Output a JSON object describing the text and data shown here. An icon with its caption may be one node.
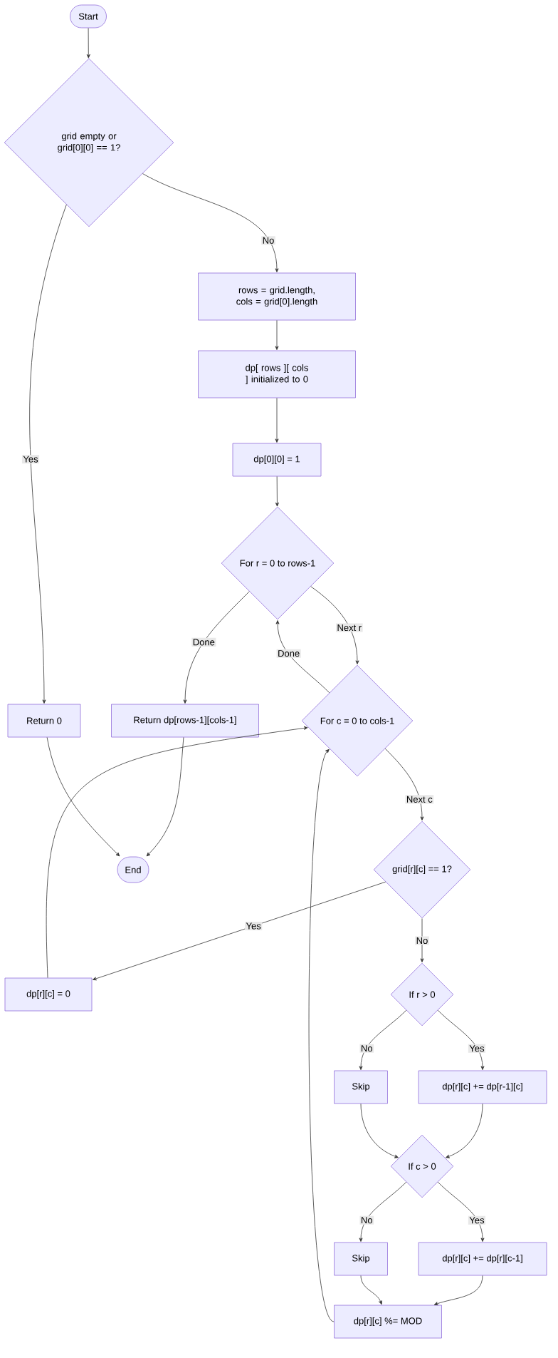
{
  "diagram": {
    "nodes": [
      {
        "text": [
          "Start"
        ]
      },
      {
        "text": [
          "grid empty or grid[0][0] == 1?"
        ]
      },
      {
        "text": [
          "rows = grid.length, cols = grid[0].length"
        ]
      },
      {
        "text": [
          "dp[ rows ][ cols ] initialized to 0"
        ]
      },
      {
        "text": [
          "dp[0][0] = 1"
        ]
      },
      {
        "text": [
          "For r = 0 to rows-1"
        ]
      },
      {
        "text": [
          "Return 0"
        ]
      },
      {
        "text": [
          "Return dp[rows-1][cols-1]"
        ]
      },
      {
        "text": [
          "For c = 0 to cols-1"
        ]
      },
      {
        "text": [
          "End"
        ]
      },
      {
        "text": [
          "grid[r][c] == 1?"
        ]
      },
      {
        "text": [
          "dp[r][c] = 0"
        ]
      },
      {
        "text": [
          "If r > 0"
        ]
      },
      {
        "text": [
          "Skip"
        ]
      },
      {
        "text": [
          "dp[r][c] += dp[r-1][c]"
        ]
      },
      {
        "text": [
          "If c > 0"
        ]
      },
      {
        "text": [
          "Skip"
        ]
      },
      {
        "text": [
          "dp[r][c] += dp[r][c-1]"
        ]
      },
      {
        "text": [
          "dp[r][c] %= MOD"
        ]
      }
    ],
    "edges": [
      {
        "from": 0,
        "to": 1,
        "arrow": "to"
      },
      {
        "from": 1,
        "to": 6,
        "arrow": "to",
        "label": "Yes"
      },
      {
        "from": 1,
        "to": 2,
        "arrow": "to",
        "label": "No"
      },
      {
        "from": 2,
        "to": 3,
        "arrow": "to"
      },
      {
        "from": 3,
        "to": 4,
        "arrow": "to"
      },
      {
        "from": 4,
        "to": 5,
        "arrow": "to"
      },
      {
        "from": 5,
        "to": 7,
        "arrow": "to",
        "label": "Done"
      },
      {
        "from": 5,
        "to": 8,
        "arrow": "to",
        "label": "Next r"
      },
      {
        "from": 8,
        "to": 5,
        "arrow": "to",
        "label": "Done"
      },
      {
        "from": 8,
        "to": 10,
        "arrow": "to",
        "label": "Next c"
      },
      {
        "from": 6,
        "to": 9,
        "arrow": "to"
      },
      {
        "from": 7,
        "to": 9,
        "arrow": "to"
      },
      {
        "from": 10,
        "to": 11,
        "arrow": "to",
        "label": "Yes"
      },
      {
        "from": 10,
        "to": 12,
        "arrow": "to",
        "label": "No"
      },
      {
        "from": 11,
        "to": 8,
        "arrow": "to"
      },
      {
        "from": 12,
        "to": 13,
        "arrow": "to",
        "label": "No"
      },
      {
        "from": 12,
        "to": 14,
        "arrow": "to",
        "label": "Yes"
      },
      {
        "from": 13,
        "to": 15,
        "arrow": "to"
      },
      {
        "from": 14,
        "to": 15,
        "arrow": "to"
      },
      {
        "from": 15,
        "to": 16,
        "arrow": "to",
        "label": "No"
      },
      {
        "from": 15,
        "to": 17,
        "arrow": "to",
        "label": "Yes"
      },
      {
        "from": 16,
        "to": 18,
        "arrow": "to"
      },
      {
        "from": 17,
        "to": 18,
        "arrow": "to"
      },
      {
        "from": 18,
        "to": 8,
        "arrow": "to"
      }
    ]
  }
}
